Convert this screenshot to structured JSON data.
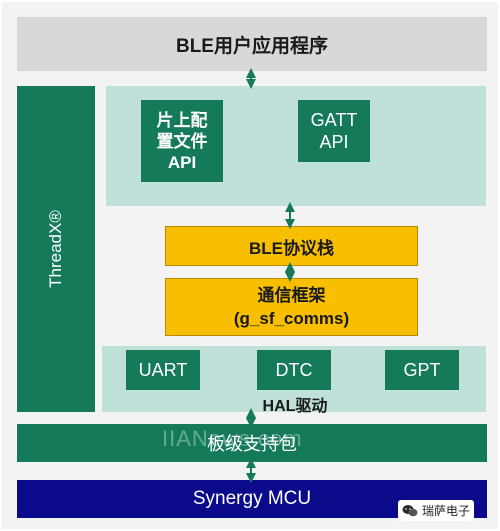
{
  "layers": {
    "app": "BLE用户应用程序",
    "rtos": "ThreadX®",
    "profile_api": [
      "片上配",
      "置文件",
      "API"
    ],
    "gatt_api": [
      "GATT",
      "API"
    ],
    "ble_stack": "BLE协议栈",
    "comm_framework": [
      "通信框架",
      "(g_sf_comms)"
    ],
    "uart": "UART",
    "dtc": "DTC",
    "gpt": "GPT",
    "hal": "HAL驱动",
    "bsp": "板级支持包",
    "mcu": "Synergy MCU"
  },
  "watermark": "IIANews.com",
  "brand": {
    "label": "瑞萨电子",
    "icon": "wechat-icon"
  },
  "colors": {
    "green": "#147a5a",
    "light_teal": "#bfe1da",
    "yellow": "#f7bf00",
    "navy": "#0a0a8a",
    "gray": "#d8d8d8"
  }
}
